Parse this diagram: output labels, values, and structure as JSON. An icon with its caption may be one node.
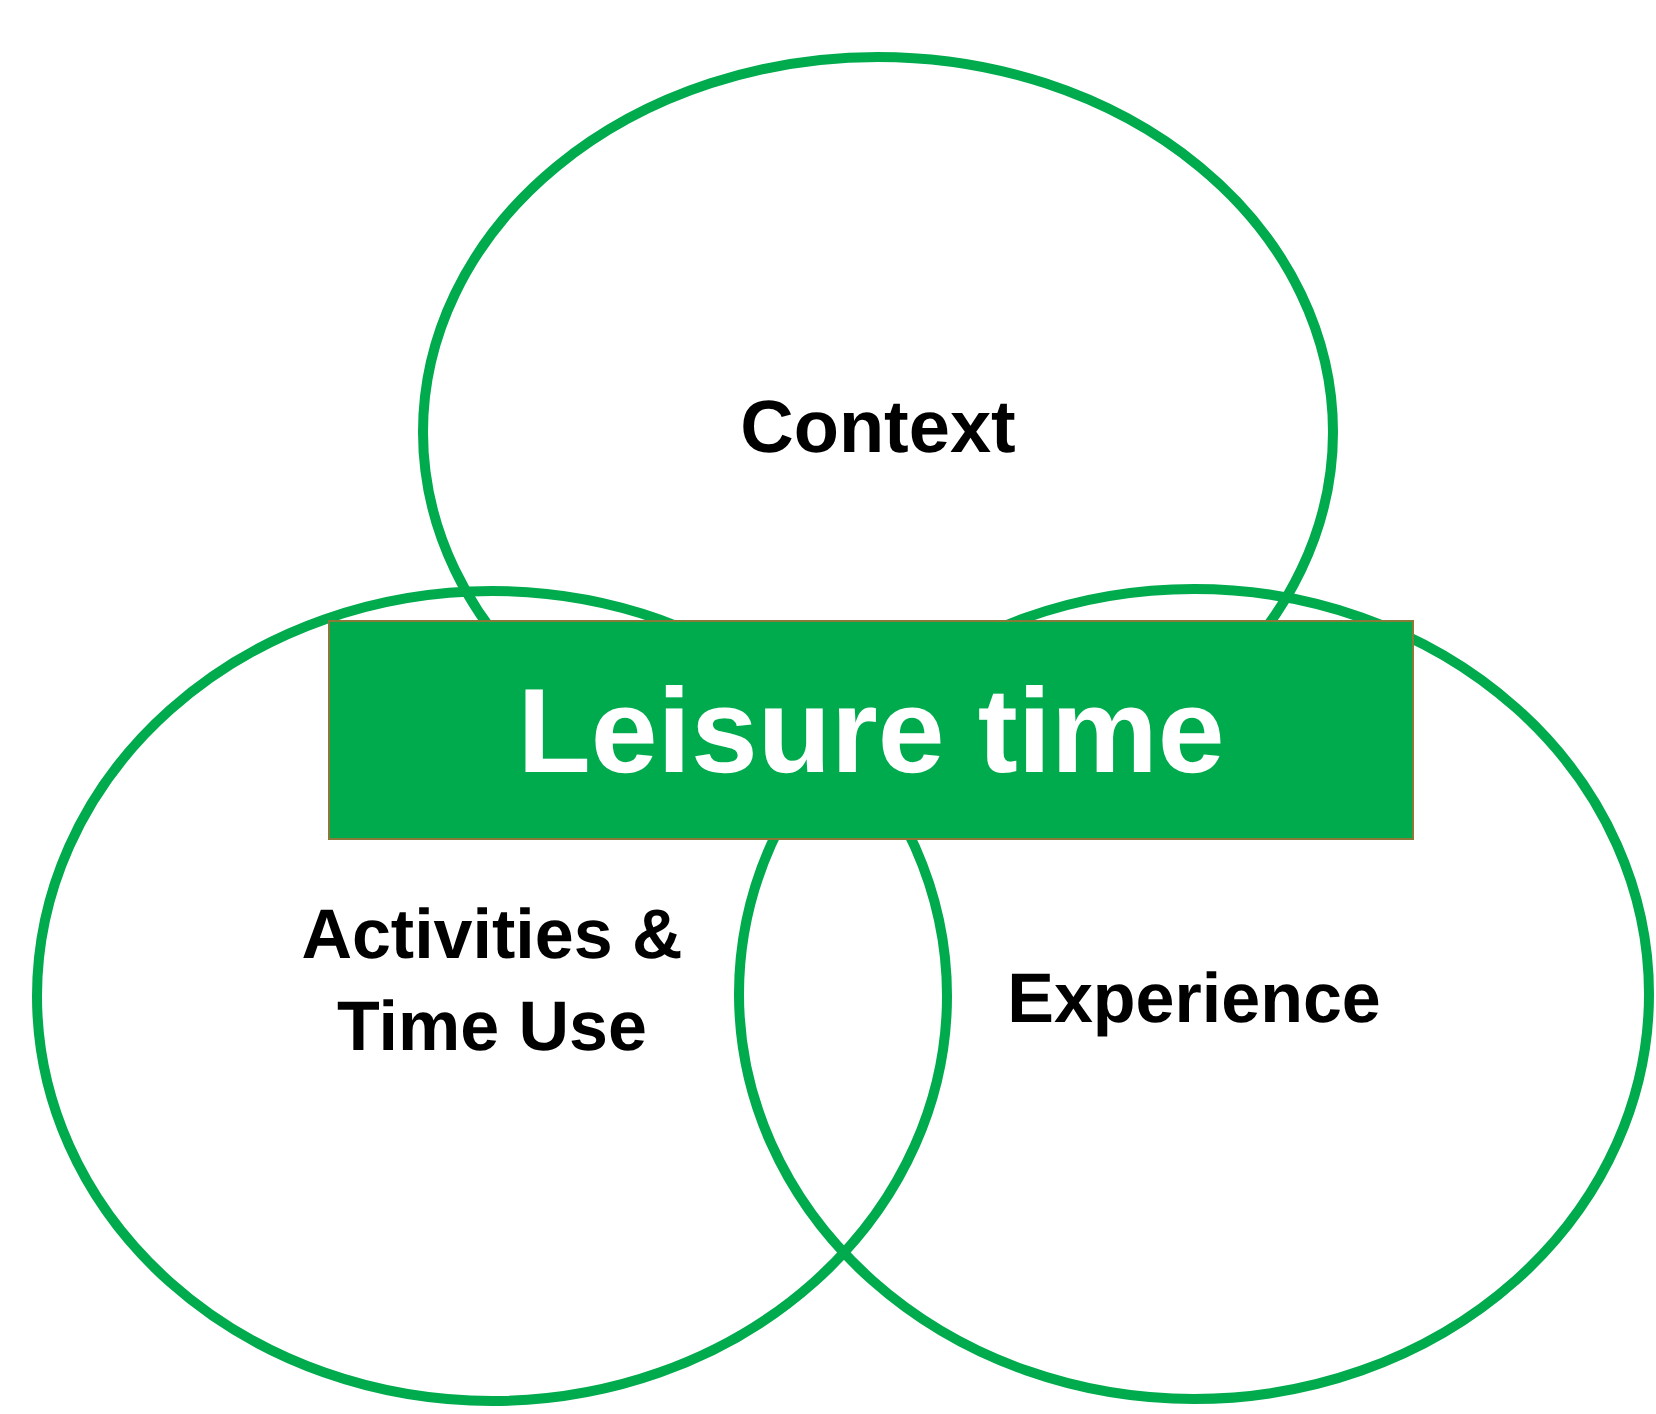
{
  "diagram": {
    "nodes": [
      {
        "text": [
          "Context"
        ]
      },
      {
        "text": [
          "Activities & Time Use"
        ]
      },
      {
        "text": [
          "Experience"
        ]
      },
      {
        "text": [
          "Leisure time"
        ]
      }
    ]
  }
}
